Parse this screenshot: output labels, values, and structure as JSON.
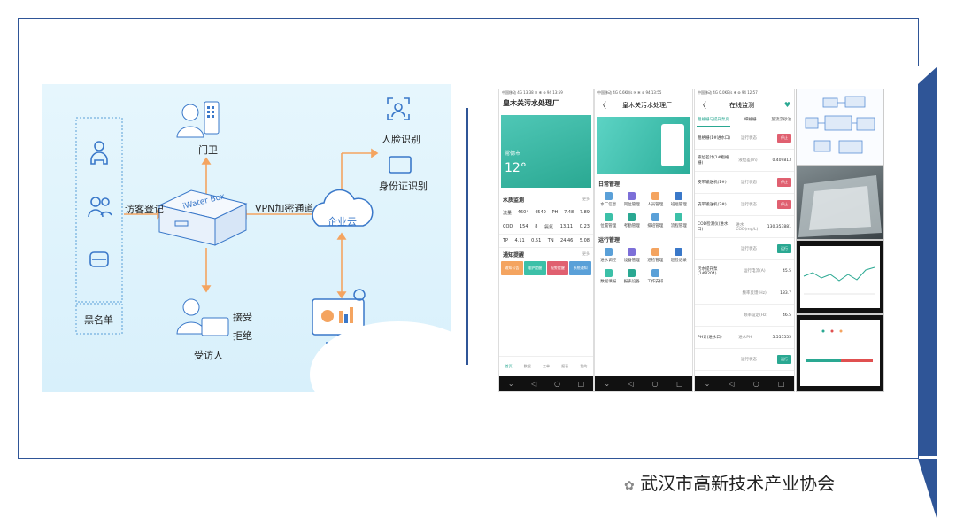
{
  "diagram": {
    "visitor_register": "访客登记",
    "blacklist": "黑名单",
    "gatekeeper": "门卫",
    "box_label": "iWater Box",
    "vpn": "VPN加密通道",
    "cloud": "企业云",
    "face_id": "人脸识别",
    "id_card": "身份证识别",
    "host": "受访人",
    "accept": "接受",
    "reject": "拒绝",
    "stats": "访客统计"
  },
  "phone1": {
    "status": "中国移动 4G 13:38 ✉ ✻ ⊚ 94 13:59",
    "title": "皇木关污水处理厂",
    "weather_city": "常德市",
    "temp": "12°",
    "water_section": "水质监测",
    "more": "更多",
    "rows": [
      {
        "label": "流量",
        "v1": "4604",
        "v2": "4540",
        "k": "PH",
        "v3": "7.48",
        "v4": "7.89"
      },
      {
        "label": "COD",
        "v1": "154",
        "v2": "8",
        "k": "氨氮",
        "v3": "13.11",
        "v4": "0.23"
      },
      {
        "label": "TP",
        "v1": "4.11",
        "v2": "0.51",
        "k": "TN",
        "v3": "24.46",
        "v4": "5.08"
      }
    ],
    "alarm_section": "通知提醒",
    "alarm_tags": [
      "通知公告",
      "维护提醒",
      "报警提醒",
      "系统通知"
    ],
    "tabbar": [
      "首页",
      "数据",
      "工单",
      "报表",
      "我的"
    ]
  },
  "phone2": {
    "status": "中国移动 4G 0.6KB/s ✉ ✻ ⊚ 94 13:55",
    "back": "〈",
    "title": "皇木关污水处理厂",
    "section1": "日常管理",
    "items1": [
      "水厂信息",
      "岗位管理",
      "人员管理",
      "班组管理",
      "位置管理",
      "考勤管理",
      "排班管理",
      "流程管理"
    ],
    "section2": "运行管理",
    "items2": [
      "进水调控",
      "设备管理",
      "巡检管理",
      "巡检记录",
      "数据填报",
      "报表设备",
      "工作安排"
    ]
  },
  "phone3": {
    "status": "中国移动 4G 0.0KB/s ✻ ⊚ 94 12:57",
    "back": "〈",
    "title": "在线监测",
    "tabs": [
      "粗格栅与提升泵房",
      "细格栅",
      "旋流沉砂池"
    ],
    "rows": [
      {
        "label": "粗格栅(1#进水口)",
        "key": "运行状态",
        "val": "停止",
        "tag": true
      },
      {
        "label": "液位差计(1#粗格栅)",
        "key": "液位差(m)",
        "val": "0.409813",
        "tag": false
      },
      {
        "label": "皮带输送机(1#)",
        "key": "运行状态",
        "val": "停止",
        "tag": true
      },
      {
        "label": "皮带输送机(2#)",
        "key": "运行状态",
        "val": "停止",
        "tag": true
      },
      {
        "label": "COD检测仪(进水口)",
        "key": "进水COD(mg/L)",
        "val": "130.353881",
        "tag": false
      },
      {
        "label": "",
        "key": "运行状态",
        "val": "运行",
        "tag": true
      },
      {
        "label": "污水提升泵(1#P204)",
        "key": "运行电流(A)",
        "val": "45.5",
        "tag": false
      },
      {
        "label": "",
        "key": "频率反馈(Hz)",
        "val": "183.7",
        "tag": false
      },
      {
        "label": "",
        "key": "频率设定(Hz)",
        "val": "46.5",
        "tag": false
      },
      {
        "label": "PH计(进水口)",
        "key": "进水PH",
        "val": "5.555555",
        "tag": false
      },
      {
        "label": "",
        "key": "运行状态",
        "val": "运行",
        "tag": true
      }
    ]
  },
  "footer": "武汉市高新技术产业协会",
  "colors": {
    "accent": "#2f5597",
    "teal": "#35c2b1",
    "orange": "#f4a460"
  }
}
